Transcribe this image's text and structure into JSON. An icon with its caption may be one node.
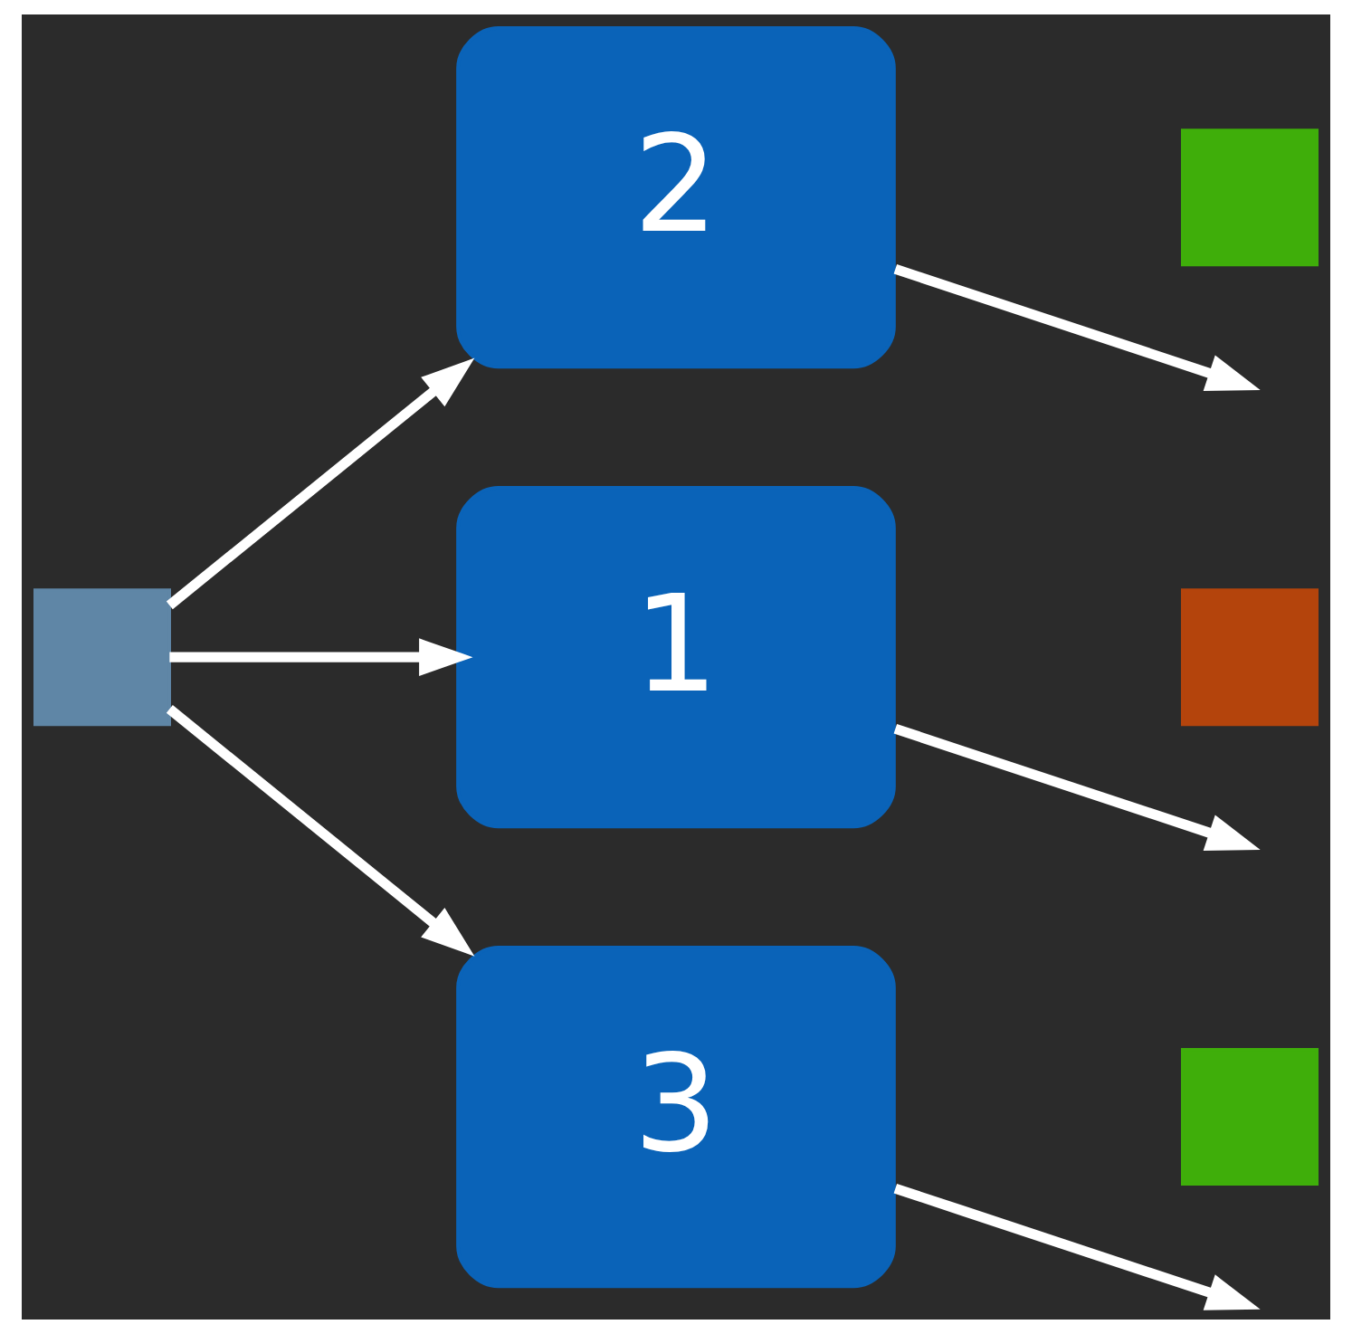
{
  "diagram": {
    "nodes": [
      {
        "text": [],
        "shape": "box"
      },
      {
        "text": [
          "2"
        ]
      },
      {
        "text": [],
        "shape": "box"
      },
      {
        "text": [
          "1"
        ]
      },
      {
        "text": [],
        "shape": "box"
      },
      {
        "text": [
          "3"
        ]
      },
      {
        "text": [],
        "shape": "box"
      }
    ],
    "edges": [
      {
        "from": 0,
        "to": 1,
        "arrow": "to"
      },
      {
        "from": 0,
        "to": 3,
        "arrow": "to"
      },
      {
        "from": 0,
        "to": 5,
        "arrow": "to"
      },
      {
        "from": 1,
        "to": null,
        "arrow": "to"
      },
      {
        "from": 3,
        "to": null,
        "arrow": "to"
      },
      {
        "from": 5,
        "to": null,
        "arrow": "to"
      }
    ]
  }
}
